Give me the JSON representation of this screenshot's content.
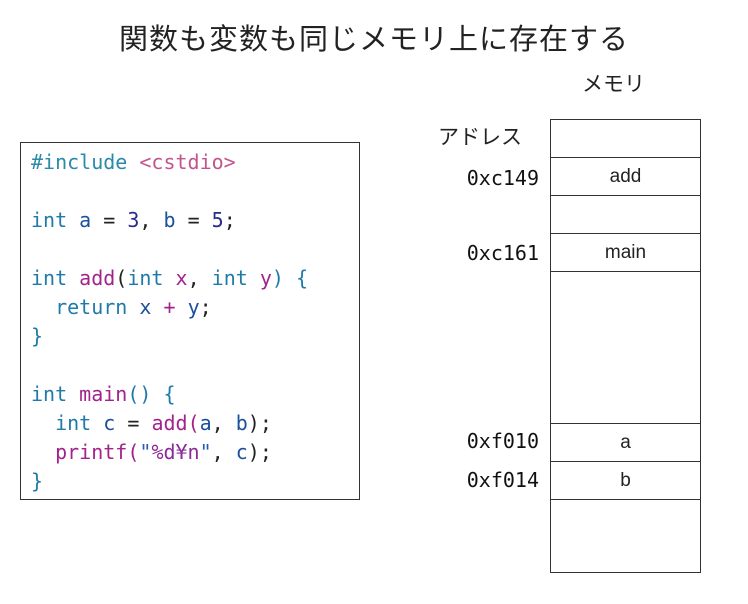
{
  "title": "関数も変数も同じメモリ上に存在する",
  "memory_label": "メモリ",
  "address_header": "アドレス",
  "code": {
    "l1_directive": "#include",
    "l1_header": "<cstdio>",
    "l2_type": "int",
    "l2_a": "a",
    "l2_eq1": " = ",
    "l2_val1": "3",
    "l2_comma": ", ",
    "l2_b": "b",
    "l2_eq2": " = ",
    "l2_val2": "5",
    "l2_end": ";",
    "l3_type": "int",
    "l3_fn": "add",
    "l3_paren": "(",
    "l3_t1": "int",
    "l3_x": "x",
    "l3_comma": ", ",
    "l3_t2": "int",
    "l3_y": "y",
    "l3_close": ") {",
    "l4_return": "return",
    "l4_expr_x": "x",
    "l4_plus": " + ",
    "l4_expr_y": "y",
    "l4_end": ";",
    "l5_brace": "}",
    "l6_type": "int",
    "l6_fn": "main",
    "l6_rest": "() {",
    "l7_type": "int",
    "l7_c": "c",
    "l7_eq": " = ",
    "l7_fn": "add",
    "l7_open": "(",
    "l7_a": "a",
    "l7_comma": ", ",
    "l7_b": "b",
    "l7_end": ");",
    "l8_fn": "printf",
    "l8_open": "(",
    "l8_q1": "\"",
    "l8_fmt": "%d¥n",
    "l8_q2": "\"",
    "l8_comma": ", ",
    "l8_c": "c",
    "l8_end": ");",
    "l9_brace": "}"
  },
  "memory_cells": [
    {
      "address": "",
      "label": ""
    },
    {
      "address": "0xc149",
      "label": "add"
    },
    {
      "address": "",
      "label": ""
    },
    {
      "address": "0xc161",
      "label": "main"
    },
    {
      "address": "",
      "label": ""
    },
    {
      "address": "0xf010",
      "label": "a"
    },
    {
      "address": "0xf014",
      "label": "b"
    },
    {
      "address": "",
      "label": ""
    }
  ]
}
